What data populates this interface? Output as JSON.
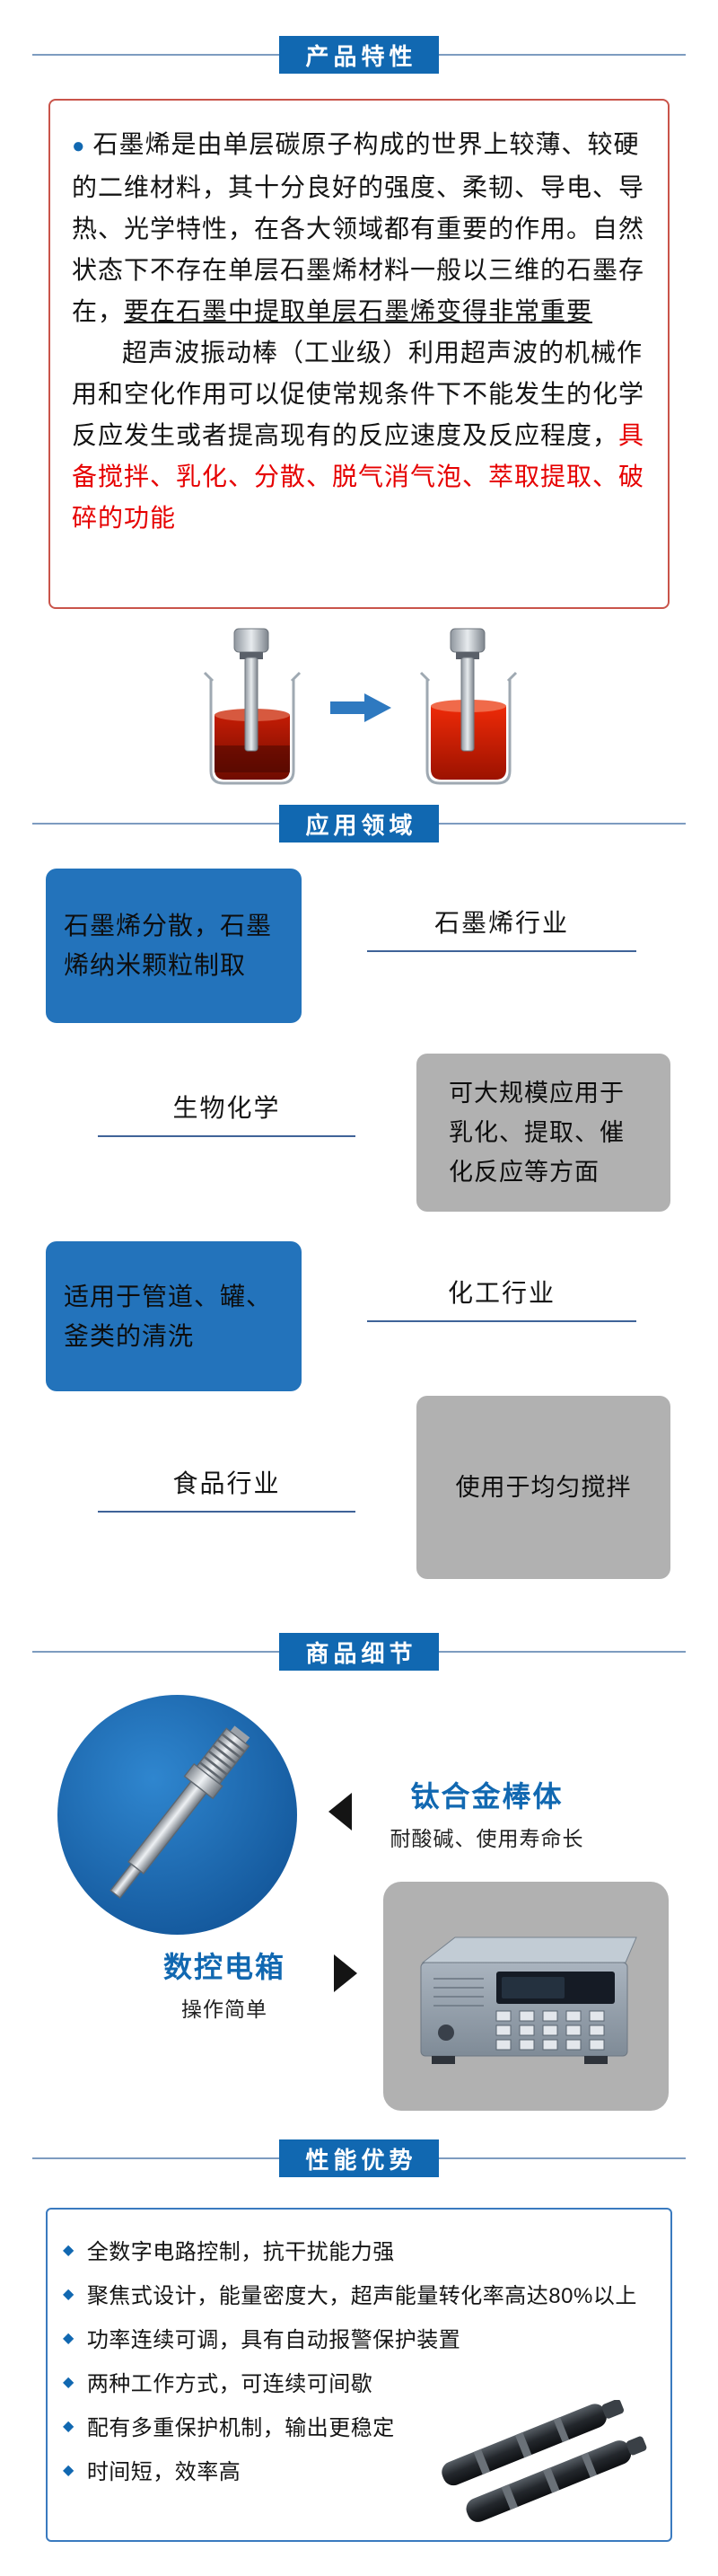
{
  "colors": {
    "accent_blue": "#1168b1",
    "box_blue": "#2373bb",
    "box_gray": "#b1b1b1",
    "red_text": "#e60000",
    "feature_border": "#c9544a",
    "advantage_border": "#3a7abf",
    "header_line": "#7d9cc0",
    "label_underline": "#3f6398"
  },
  "features": {
    "title": "产品特性",
    "bullet": "●",
    "p1_text": "石墨烯是由单层碳原子构成的世界上较薄、较硬的二维材料，其十分良好的强度、柔韧、导电、导热、光学特性，在各大领域都有重要的作用。自然状态下不存在单层石墨烯材料一般以三维的石墨存在，",
    "p1_underlined": "要在石墨中提取单层石墨烯变得非常重要",
    "p2_text": "超声波振动棒（工业级）利用超声波的机械作用和空化作用可以促使常规条件下不能发生的化学反应发生或者提高现有的反应速度及反应程度，",
    "p2_red": "具备搅拌、乳化、分散、脱气消气泡、萃取提取、破碎的功能"
  },
  "applications": {
    "title": "应用领域",
    "rows": [
      {
        "box_text": "石墨烯分散，石墨烯纳米颗粒制取",
        "label": "石墨烯行业"
      },
      {
        "box_text": "可大规模应用于乳化、提取、催化反应等方面",
        "label": "生物化学"
      },
      {
        "box_text": "适用于管道、罐、釜类的清洗",
        "label": "化工行业"
      },
      {
        "box_text": "使用于均匀搅拌",
        "label": "食品行业"
      }
    ]
  },
  "details": {
    "title": "商品细节",
    "items": [
      {
        "name": "钛合金棒体",
        "desc": "耐酸碱、使用寿命长"
      },
      {
        "name": "数控电箱",
        "desc": "操作简单"
      }
    ]
  },
  "advantages": {
    "title": "性能优势",
    "bullet": "◆",
    "items": [
      "全数字电路控制，抗干扰能力强",
      "聚焦式设计，能量密度大，超声能量转化率高达80%以上",
      "功率连续可调，具有自动报警保护装置",
      "两种工作方式，可连续可间歇",
      "配有多重保护机制，输出更稳定",
      "时间短，效率高"
    ]
  }
}
